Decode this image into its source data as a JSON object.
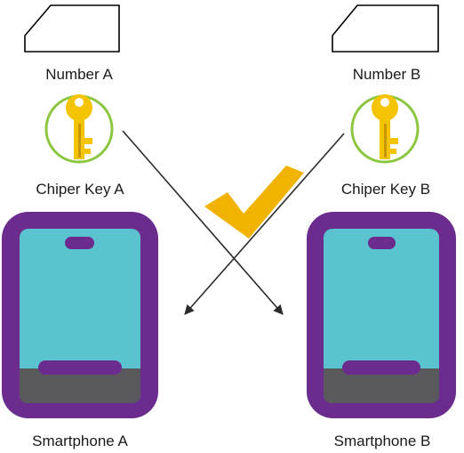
{
  "nodes": {
    "number_a": {
      "label": "Number A"
    },
    "number_b": {
      "label": "Number B"
    },
    "key_a": {
      "label": "Chiper Key A"
    },
    "key_b": {
      "label": "Chiper Key B"
    },
    "phone_a": {
      "label": "Smartphone A"
    },
    "phone_b": {
      "label": "Smartphone B"
    }
  },
  "edges": [
    {
      "from": "key_a",
      "to": "phone_b"
    },
    {
      "from": "key_b",
      "to": "phone_a"
    }
  ],
  "icons": {
    "card": "sim-card-icon",
    "key": "key-icon",
    "phone": "smartphone-icon",
    "check": "checkmark-icon"
  },
  "colors": {
    "card_stroke": "#000000",
    "key_ring": "#8cc63f",
    "key_body": "#f5c400",
    "key_shadow": "#c89600",
    "phone_frame": "#6b2c8e",
    "phone_screen": "#5bc3cf",
    "phone_bottom": "#5a5a5e",
    "check": "#f2b200",
    "arrow": "#2b2b2b"
  }
}
